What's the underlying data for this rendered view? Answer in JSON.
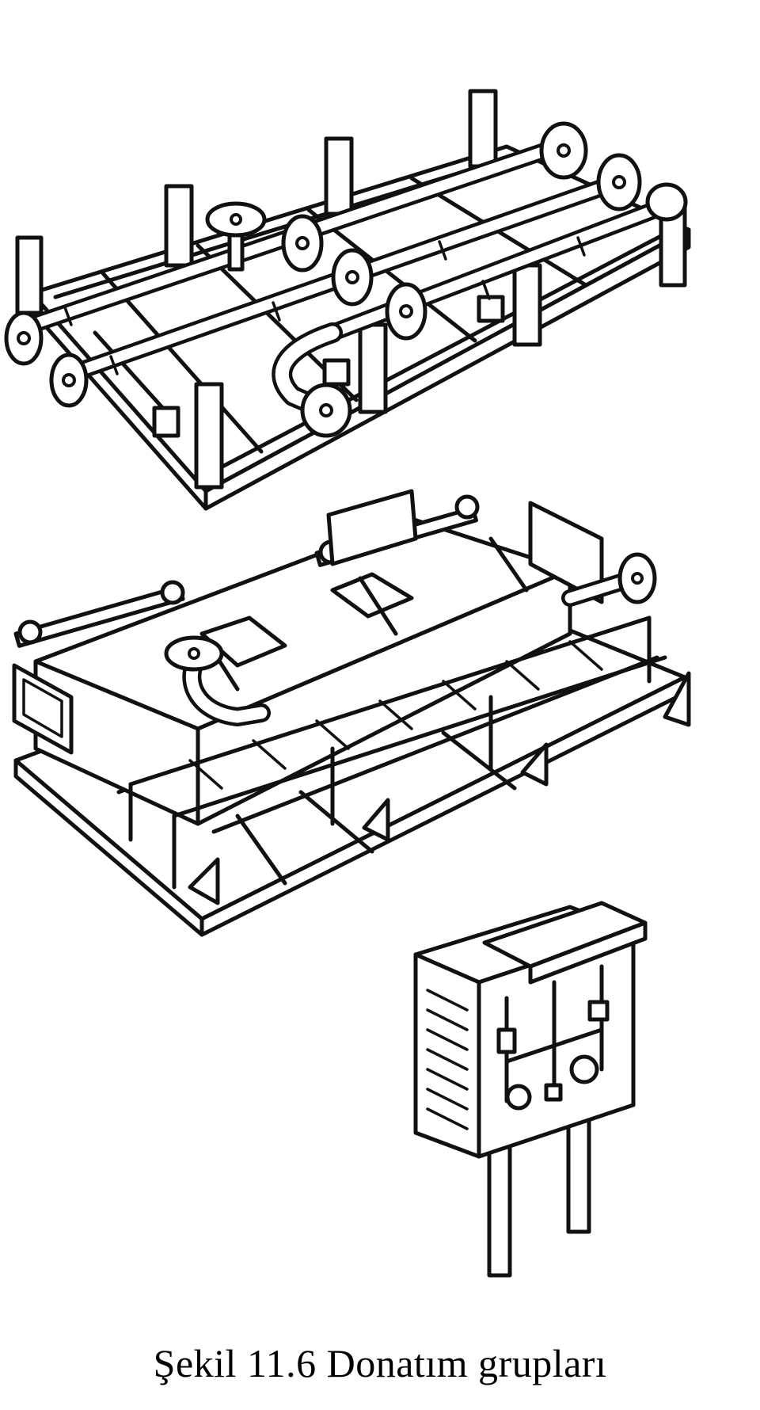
{
  "figure": {
    "caption": "Şekil 11.6 Donatım grupları",
    "panels": [
      {
        "name": "pipe-manifold-skid"
      },
      {
        "name": "tank-skid"
      },
      {
        "name": "control-panel"
      }
    ]
  }
}
